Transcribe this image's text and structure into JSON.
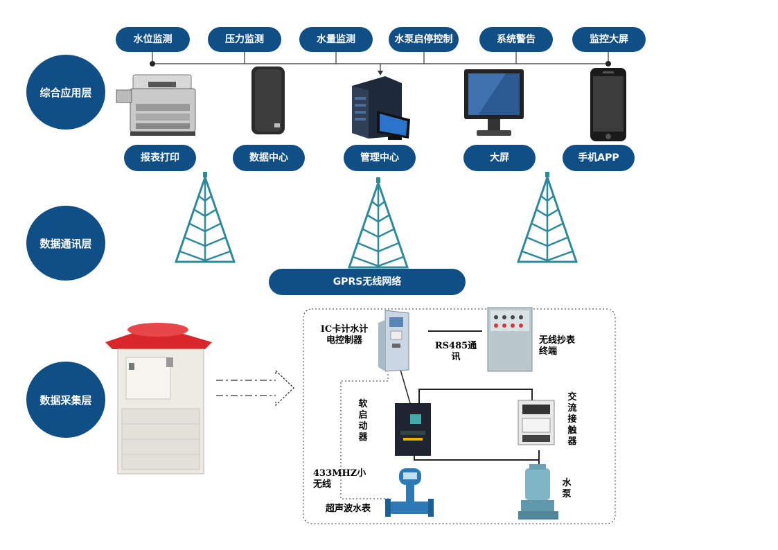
{
  "layers": {
    "application": "综合应用层",
    "communication": "数据通讯层",
    "acquisition": "数据采集层"
  },
  "functions": [
    "水位监测",
    "压力监测",
    "水量监测",
    "水泵启停控制",
    "系统警告",
    "监控大屏"
  ],
  "devices": [
    "报表打印",
    "数据中心",
    "管理中心",
    "大屏",
    "手机APP"
  ],
  "network": "GPRS无线网络",
  "field": {
    "ic_controller": "IC卡计水计电控制器",
    "rs485": "RS485通讯",
    "wireless_terminal": "无线抄表终端",
    "soft_starter": "软启动器",
    "contactor": "交流接触器",
    "wireless_433": "433MHZ小无线",
    "ultrasonic_meter": "超声波水表",
    "pump": "水泵"
  },
  "colors": {
    "primary": "#0f4f86",
    "tower": "#2e8a9a",
    "roof": "#d9262a"
  }
}
